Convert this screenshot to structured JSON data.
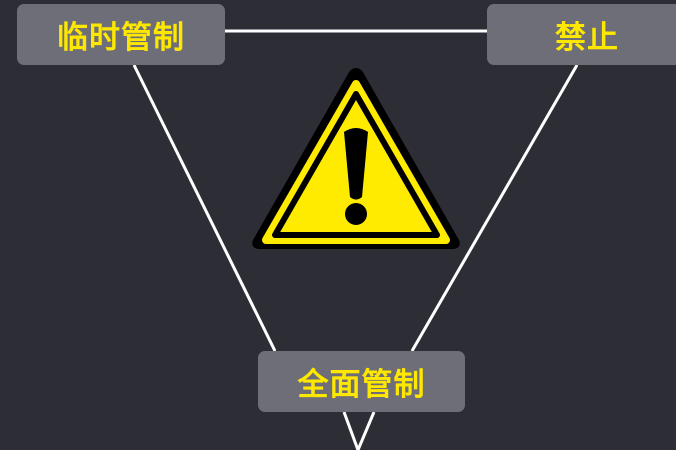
{
  "diagram": {
    "nodes": {
      "temporary": "临时管制",
      "ban": "禁止",
      "full": "全面管制"
    },
    "icon": "warning-triangle-icon",
    "colors": {
      "background": "#2d2d36",
      "label_box": "#6e6e78",
      "label_text": "#ffe800",
      "line": "#ffffff",
      "warning_fill": "#ffeb00",
      "warning_border": "#000000"
    }
  }
}
